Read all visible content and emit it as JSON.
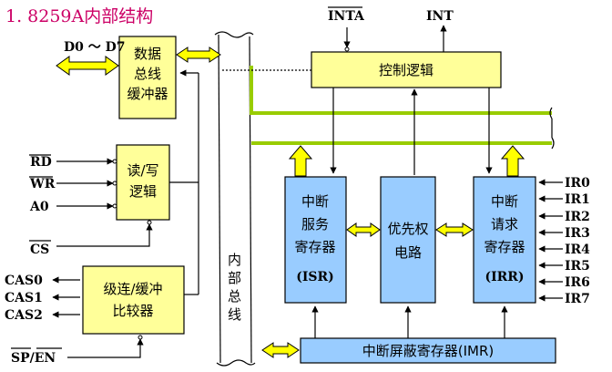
{
  "title": "1. 8259A内部结构",
  "signals": {
    "inta": "INTA",
    "int": "INT",
    "d0_d7": "D0 ～ D7",
    "rd": "RD",
    "wr": "WR",
    "a0": "A0",
    "cs": "CS",
    "cas0": "CAS0",
    "cas1": "CAS1",
    "cas2": "CAS2",
    "sp_en": "SP/EN",
    "ir": [
      "IR0",
      "IR1",
      "IR2",
      "IR3",
      "IR4",
      "IR5",
      "IR6",
      "IR7"
    ]
  },
  "blocks": {
    "data_buffer": [
      "数据",
      "总线",
      "缓冲器"
    ],
    "rw_logic": [
      "读/写",
      "逻辑"
    ],
    "cascade": [
      "级连/缓冲",
      "比较器"
    ],
    "control": "控制逻辑",
    "isr": [
      "中断",
      "服务",
      "寄存器",
      "(ISR)"
    ],
    "priority": [
      "优先权",
      "电路"
    ],
    "irr": [
      "中断",
      "请求",
      "寄存器",
      "(IRR)"
    ],
    "imr": "中断屏蔽寄存器(IMR)"
  },
  "internal_bus": [
    "内",
    "部",
    "总",
    "线"
  ],
  "colors": {
    "title": "#cc0066",
    "yellow_block": "#ffff99",
    "blue_block": "#99ccff",
    "bus": "#99cc00",
    "arrow_fill": "#ffff00"
  }
}
